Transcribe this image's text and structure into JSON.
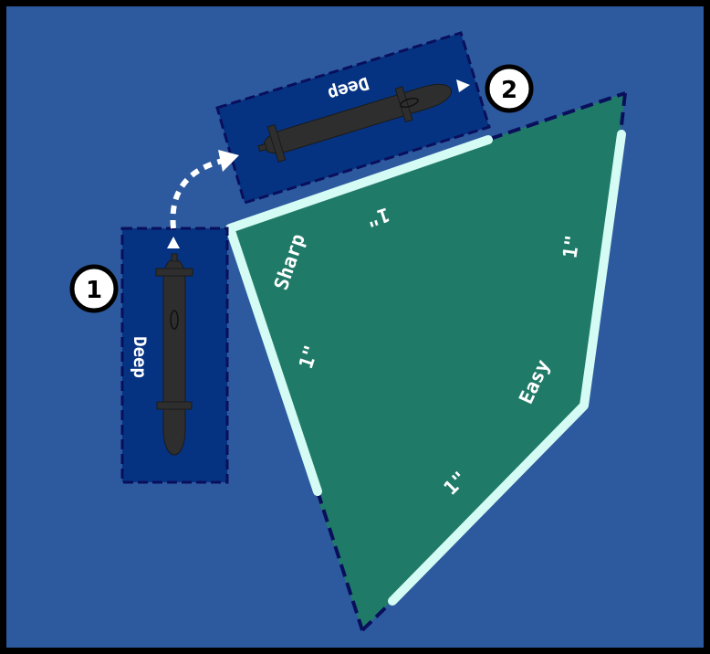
{
  "colors": {
    "frame": "#000000",
    "water": "#2d5a9e",
    "deep_zone": "#053382",
    "deep_zone_border": "#0a0f5c",
    "terrain": "#207a68",
    "edge": "#d4fbf4",
    "sub": "#2e2e2e",
    "arrow": "#ffffff"
  },
  "zones": {
    "zone1_label": "Deep",
    "zone2_label": "Deep"
  },
  "steps": {
    "step1": "1",
    "step2": "2"
  },
  "terrain": {
    "sharp_label": "Sharp",
    "easy_label": "Easy",
    "edge_top_measure": "1\"",
    "edge_right_measure": "1\"",
    "edge_left_measure": "1\"",
    "edge_bottom_measure": "1\""
  }
}
